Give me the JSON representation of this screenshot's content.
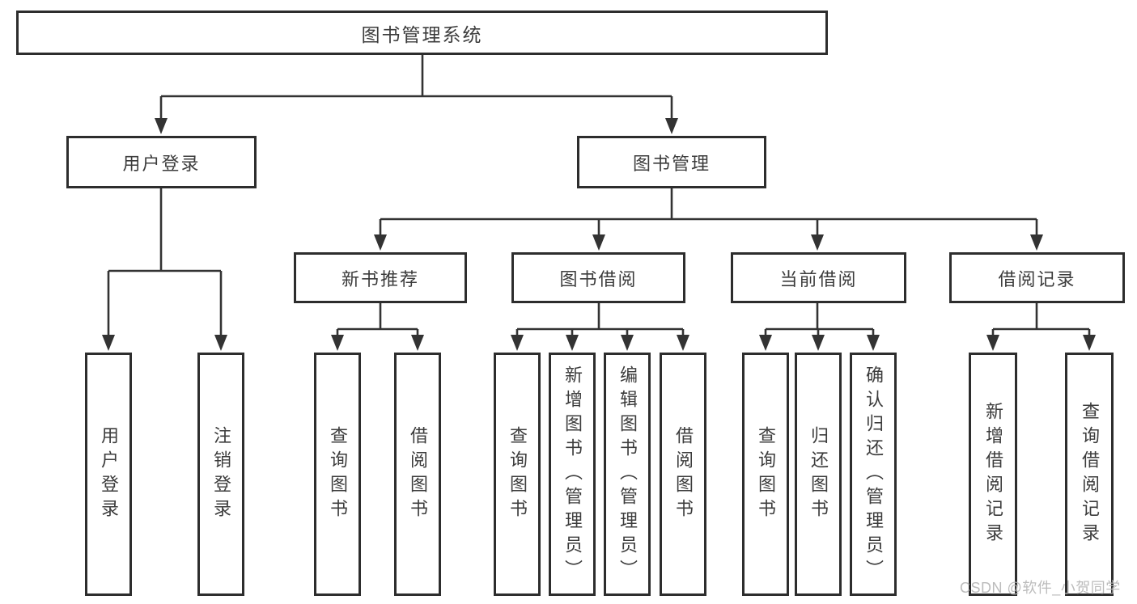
{
  "tree": {
    "label": "图书管理系统",
    "children": [
      {
        "label": "用户登录",
        "children": [
          {
            "label": "用户登录"
          },
          {
            "label": "注销登录"
          }
        ]
      },
      {
        "label": "图书管理",
        "children": [
          {
            "label": "新书推荐",
            "children": [
              {
                "label": "查询图书"
              },
              {
                "label": "借阅图书"
              }
            ]
          },
          {
            "label": "图书借阅",
            "children": [
              {
                "label": "查询图书"
              },
              {
                "label": "新增图书（管理员）"
              },
              {
                "label": "编辑图书（管理员）"
              },
              {
                "label": "借阅图书"
              }
            ]
          },
          {
            "label": "当前借阅",
            "children": [
              {
                "label": "查询图书"
              },
              {
                "label": "归还图书"
              },
              {
                "label": "确认归还（管理员）"
              }
            ]
          },
          {
            "label": "借阅记录",
            "children": [
              {
                "label": "新增借阅记录"
              },
              {
                "label": "查询借阅记录"
              }
            ]
          }
        ]
      }
    ]
  },
  "watermark": {
    "text": "CSDN @软件_小贺同学"
  },
  "colors": {
    "line": "#333333",
    "border": "#2d2d2d",
    "text": "#3c3c3c",
    "box_fill": "#ffffff",
    "watermark": "#b9b9b9"
  }
}
